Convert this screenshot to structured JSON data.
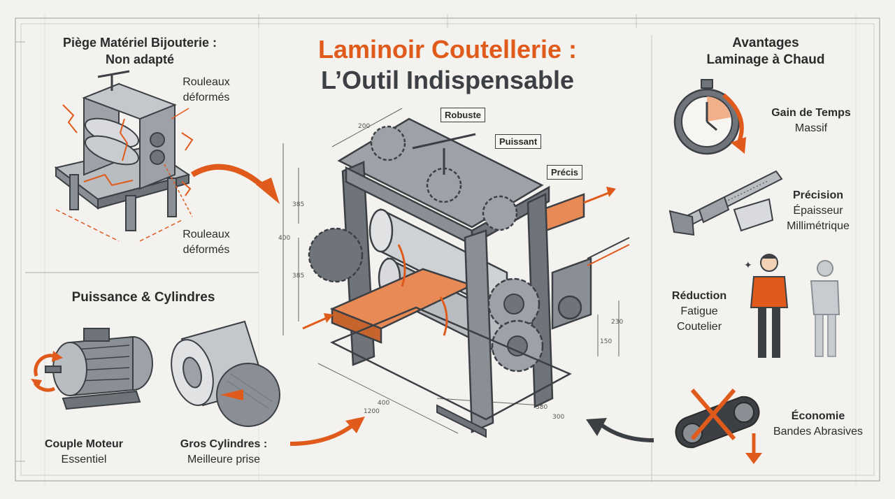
{
  "title": {
    "line1": "Laminoir Coutellerie :",
    "line2": "L’Outil Indispensable"
  },
  "left_top": {
    "heading_line1": "Piège Matériel Bijouterie :",
    "heading_line2": "Non adapté",
    "label_top_line1": "Rouleaux",
    "label_top_line2": "déformés",
    "label_bottom_line1": "Rouleaux",
    "label_bottom_line2": "déformés"
  },
  "left_bottom": {
    "heading": "Puissance & Cylindres",
    "motor_title": "Couple Moteur",
    "motor_sub": "Essentiel",
    "cyl_title": "Gros Cylindres :",
    "cyl_sub": "Meilleure prise"
  },
  "center": {
    "callouts": [
      "Robuste",
      "Puissant",
      "Précis"
    ],
    "dimensions": [
      "200",
      "400",
      "385",
      "385",
      "400",
      "1200",
      "380",
      "300",
      "230",
      "150"
    ]
  },
  "right": {
    "heading_line1": "Avantages",
    "heading_line2": "Laminage à Chaud",
    "items": [
      {
        "title": "Gain de Temps",
        "sub1": "Massif",
        "sub2": ""
      },
      {
        "title": "Précision",
        "sub1": "Épaisseur",
        "sub2": "Millimétrique"
      },
      {
        "title": "Réduction",
        "sub1": "Fatigue",
        "sub2": "Coutelier"
      },
      {
        "title": "Économie",
        "sub1": "Bandes Abrasives",
        "sub2": ""
      }
    ]
  },
  "colors": {
    "accent": "#e05a1c",
    "ink": "#3c3f44",
    "metal": "#8a8f96",
    "paper": "#f3f2ee"
  }
}
